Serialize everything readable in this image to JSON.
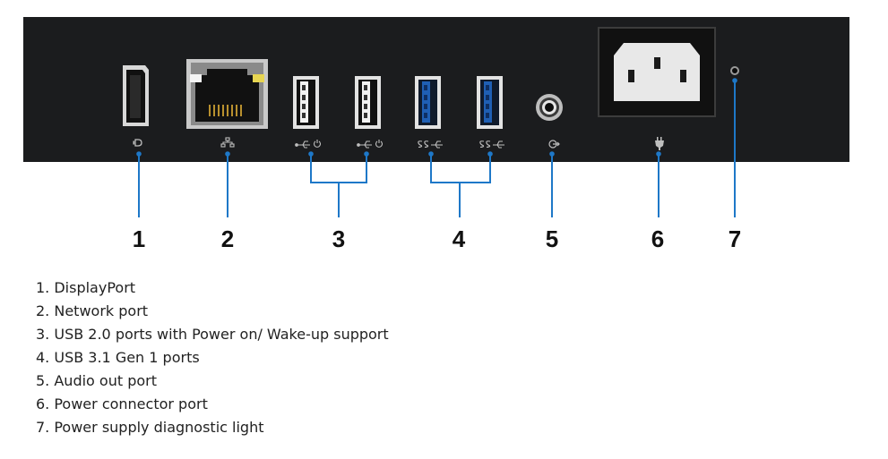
{
  "diagram": {
    "callout_color": "#1e78c8",
    "panel_color": "#1b1c1e",
    "usb3_color": "#1f5fb4"
  },
  "callout_numbers": [
    "1",
    "2",
    "3",
    "4",
    "5",
    "6",
    "7"
  ],
  "legend": [
    "1. DisplayPort",
    "2. Network port",
    "3. USB 2.0 ports with Power on/ Wake-up support",
    "4. USB 3.1 Gen 1 ports",
    "5. Audio out port",
    "6. Power connector port",
    "7. Power supply diagnostic light"
  ],
  "icons": [
    "displayport-icon",
    "network-icon",
    "usb-power-icon",
    "usb-ss-icon",
    "audio-out-icon",
    "power-plug-icon"
  ]
}
